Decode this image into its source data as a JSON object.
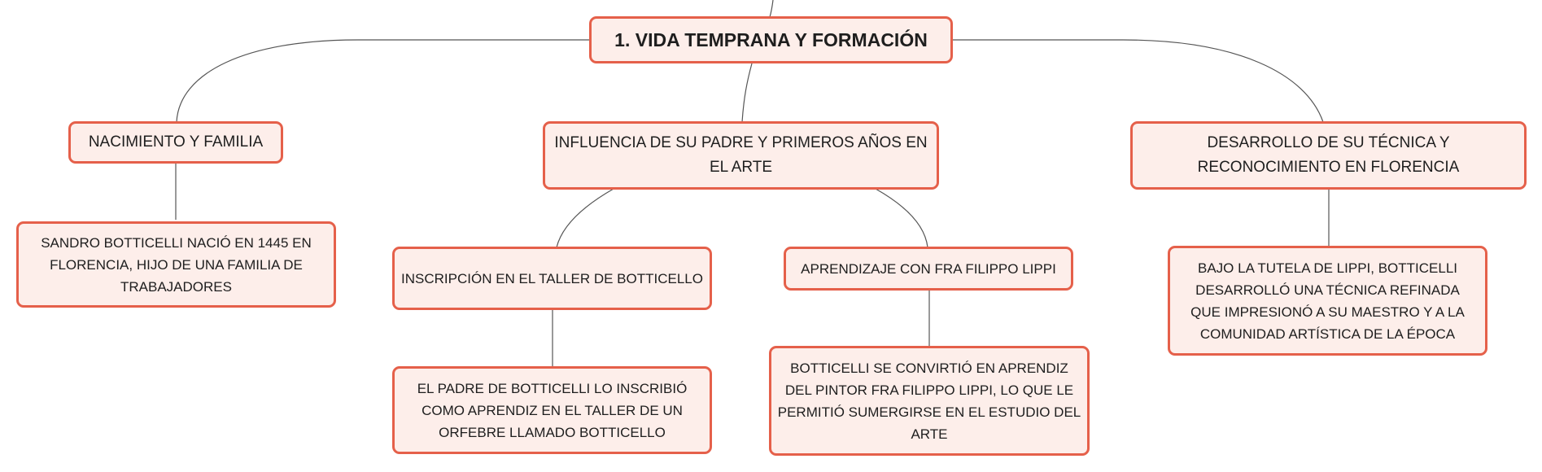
{
  "colors": {
    "node_fill": "#fdeeea",
    "node_border": "#e5604a",
    "connector": "#555555",
    "text": "#1e1e1e"
  },
  "root": {
    "label": "1. VIDA TEMPRANA Y FORMACIÓN"
  },
  "branches": [
    {
      "label": "NACIMIENTO Y FAMILIA",
      "children": [
        {
          "label": "SANDRO BOTTICELLI NACIÓ EN 1445 EN FLORENCIA, HIJO DE UNA FAMILIA DE TRABAJADORES"
        }
      ]
    },
    {
      "label": "INFLUENCIA DE SU PADRE Y PRIMEROS AÑOS EN EL ARTE",
      "children": [
        {
          "label": "INSCRIPCIÓN EN EL TALLER DE BOTTICELLO",
          "children": [
            {
              "label": "EL PADRE DE BOTTICELLI LO INSCRIBIÓ COMO APRENDIZ EN EL TALLER DE UN ORFEBRE LLAMADO BOTTICELLO"
            }
          ]
        },
        {
          "label": "APRENDIZAJE CON FRA FILIPPO LIPPI",
          "children": [
            {
              "label": "BOTTICELLI SE CONVIRTIÓ EN APRENDIZ DEL PINTOR FRA FILIPPO LIPPI, LO QUE LE PERMITIÓ SUMERGIRSE EN EL ESTUDIO DEL ARTE"
            }
          ]
        }
      ]
    },
    {
      "label": "DESARROLLO DE SU TÉCNICA Y RECONOCIMIENTO EN FLORENCIA",
      "children": [
        {
          "label": "BAJO LA TUTELA DE LIPPI, BOTTICELLI DESARROLLÓ UNA TÉCNICA REFINADA QUE IMPRESIONÓ A SU MAESTRO Y A LA COMUNIDAD ARTÍSTICA DE LA ÉPOCA"
        }
      ]
    }
  ]
}
